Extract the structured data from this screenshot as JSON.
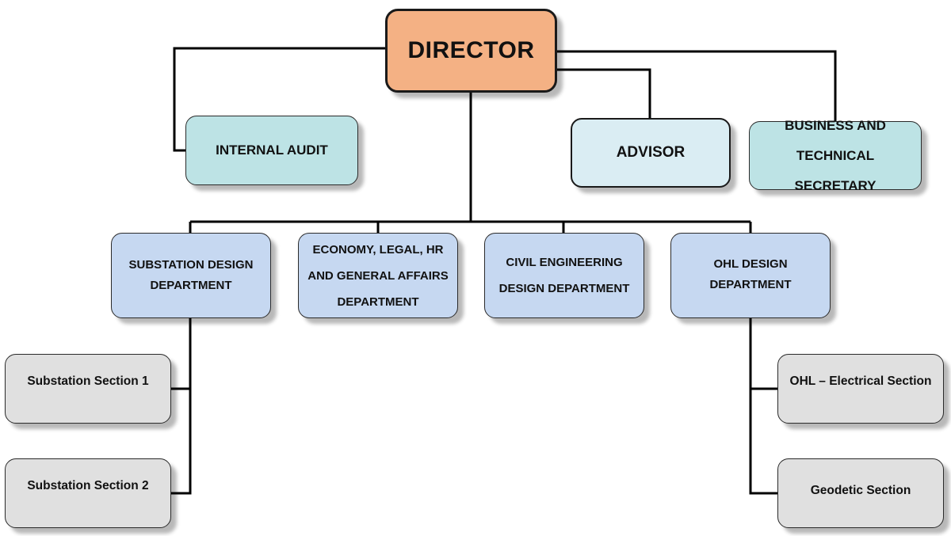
{
  "director": {
    "label": "DIRECTOR"
  },
  "staff": {
    "internal_audit": "INTERNAL AUDIT",
    "advisor": "ADVISOR",
    "secretary_line1": "BUSINESS AND",
    "secretary_line2": "TECHNICAL SECRETARY"
  },
  "departments": {
    "substation": {
      "line1": "SUBSTATION DESIGN",
      "line2": "DEPARTMENT"
    },
    "economy": {
      "line1": "ECONOMY, LEGAL, HR",
      "line2": "AND GENERAL AFFAIRS",
      "line3": "DEPARTMENT"
    },
    "civil": {
      "line1": "CIVIL ENGINEERING",
      "line2": "DESIGN DEPARTMENT"
    },
    "ohl": {
      "line1": "OHL DESIGN",
      "line2": "DEPARTMENT"
    }
  },
  "sections": {
    "substation_1": "Substation Section 1",
    "substation_2": "Substation Section 2",
    "ohl_electrical": "OHL – Electrical Section",
    "geodetic": "Geodetic Section"
  },
  "colors": {
    "director": "#f4b184",
    "staff_teal": "#bde3e5",
    "advisor": "#daedf3",
    "department": "#c6d8f1",
    "section": "#e0e0e0",
    "connector": "#000000"
  }
}
